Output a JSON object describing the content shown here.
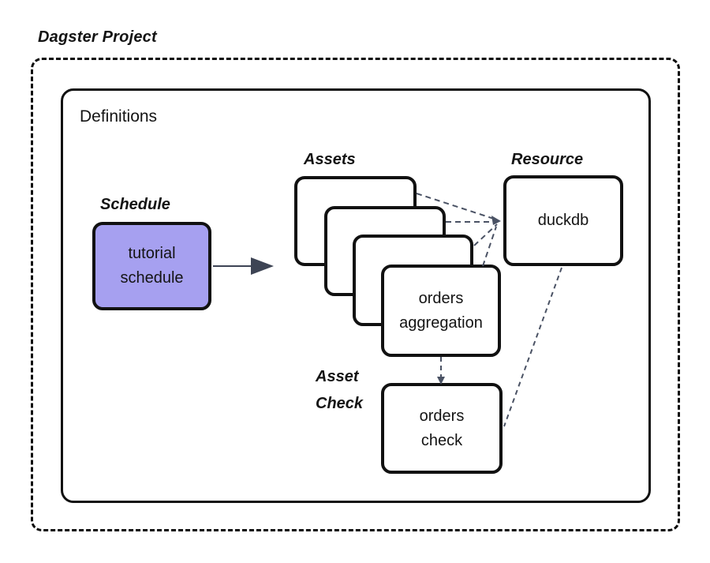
{
  "title": "Dagster Project",
  "definitions": {
    "label": "Definitions"
  },
  "schedule": {
    "label": "Schedule",
    "node": "tutorial schedule"
  },
  "assets": {
    "label": "Assets",
    "stack_count": 4,
    "front_node": "orders aggregation"
  },
  "resource": {
    "label": "Resource",
    "node": "duckdb"
  },
  "asset_check": {
    "label": "Asset Check",
    "node": "orders check"
  },
  "colors": {
    "schedule_fill": "#a6a0f0",
    "box_border": "#111111",
    "connector_dashed": "#4a5264",
    "arrow_solid": "#3d4454"
  }
}
